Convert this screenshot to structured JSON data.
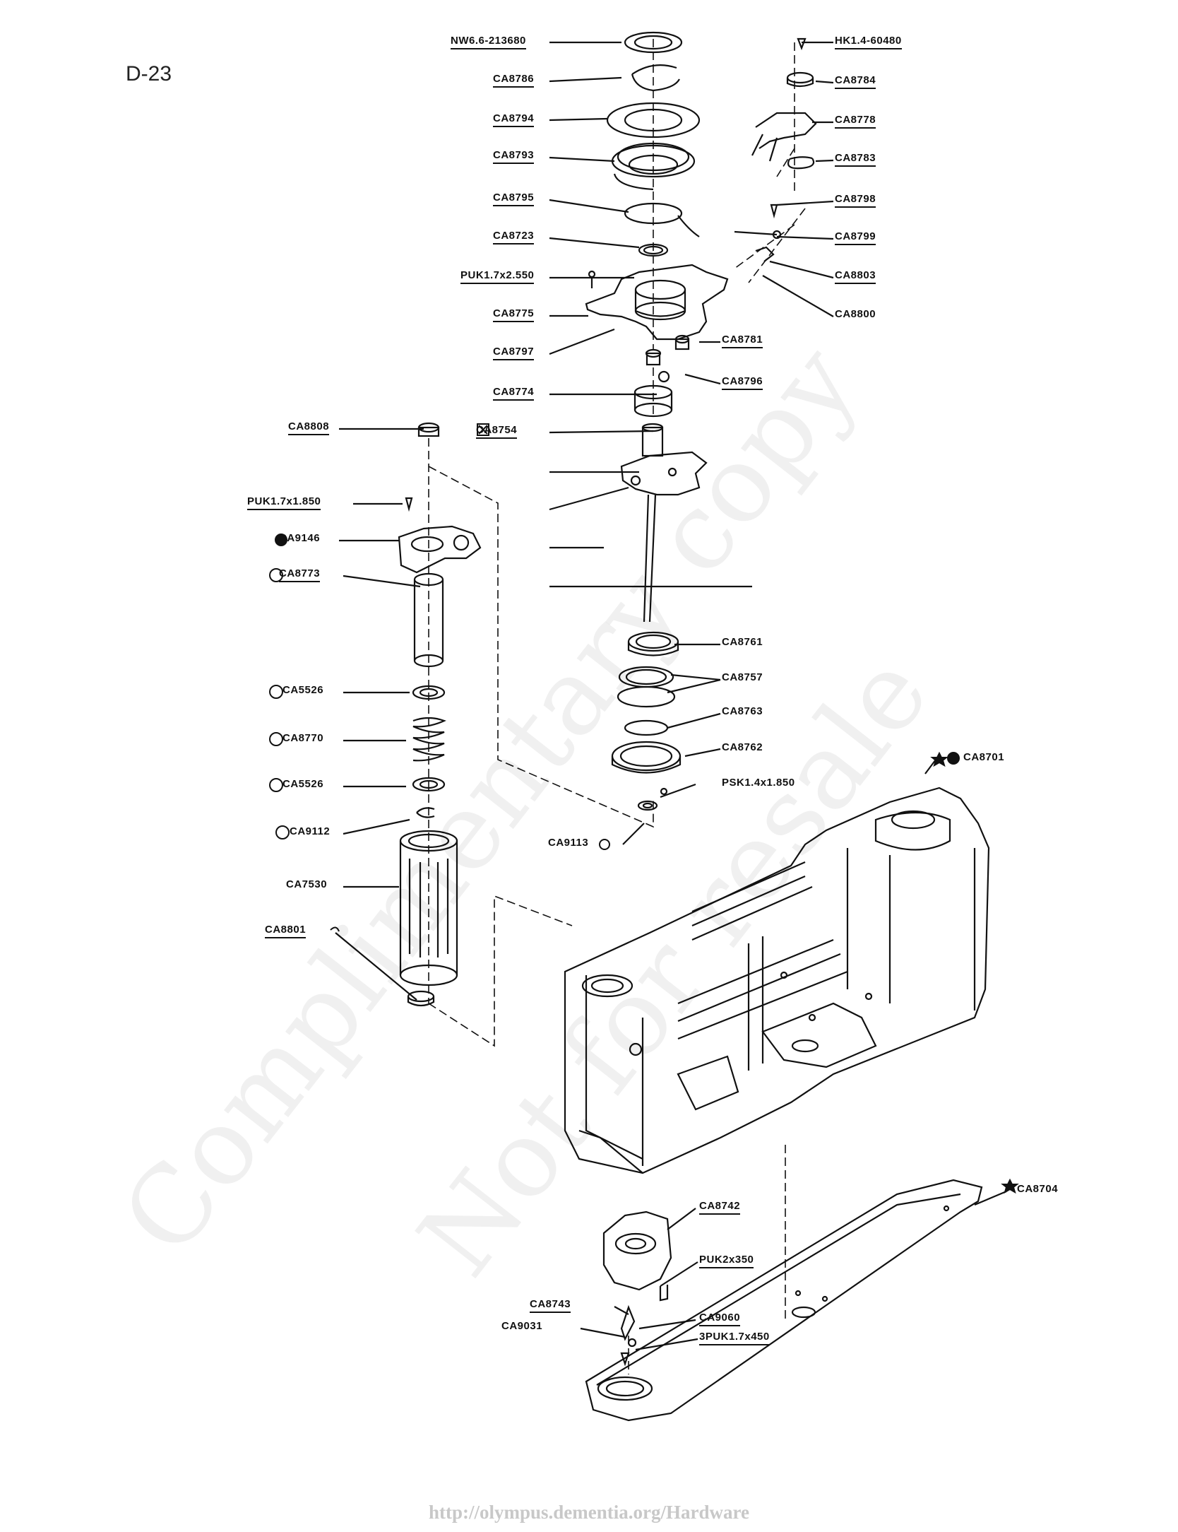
{
  "page_id": "D-23",
  "footer_url": "http://olympus.dementia.org/Hardware",
  "watermark": [
    "Complimentary copy",
    "Not for resale"
  ],
  "parts": [
    {
      "id": "p01",
      "label": "NW6.6-213680"
    },
    {
      "id": "p02",
      "label": "HK1.4-60480"
    },
    {
      "id": "p03",
      "label": "CA8786"
    },
    {
      "id": "p04",
      "label": "CA8784"
    },
    {
      "id": "p05",
      "label": "CA8794"
    },
    {
      "id": "p06",
      "label": "CA8778"
    },
    {
      "id": "p07",
      "label": "CA8793"
    },
    {
      "id": "p08",
      "label": "CA8783"
    },
    {
      "id": "p09",
      "label": "CA8795"
    },
    {
      "id": "p10",
      "label": "CA8798"
    },
    {
      "id": "p11",
      "label": "CA8723"
    },
    {
      "id": "p12",
      "label": "CA8799"
    },
    {
      "id": "p13",
      "label": "PUK1.7x2.550"
    },
    {
      "id": "p14",
      "label": "CA8803"
    },
    {
      "id": "p15",
      "label": "CA8775"
    },
    {
      "id": "p16",
      "label": "CA8800"
    },
    {
      "id": "p17",
      "label": "CA8781"
    },
    {
      "id": "p18",
      "label": "CA8797"
    },
    {
      "id": "p19",
      "label": "CA8796"
    },
    {
      "id": "p20",
      "label": "CA8774"
    },
    {
      "id": "p21",
      "label": "CA8754"
    },
    {
      "id": "p22",
      "label": "CA8808"
    },
    {
      "id": "p23",
      "label": "PUK1.7x1.850"
    },
    {
      "id": "p24",
      "label": "CA9146"
    },
    {
      "id": "p25",
      "label": "CA8773"
    },
    {
      "id": "p26",
      "label": "CA8761"
    },
    {
      "id": "p27",
      "label": "CA8757"
    },
    {
      "id": "p28",
      "label": "CA5526"
    },
    {
      "id": "p29",
      "label": "CA8763"
    },
    {
      "id": "p30",
      "label": "CA8770"
    },
    {
      "id": "p31",
      "label": "CA8762"
    },
    {
      "id": "p32",
      "label": "CA8701"
    },
    {
      "id": "p33",
      "label": "CA5526"
    },
    {
      "id": "p34",
      "label": "PSK1.4x1.850"
    },
    {
      "id": "p35",
      "label": "CA9112"
    },
    {
      "id": "p36",
      "label": "CA9113"
    },
    {
      "id": "p37",
      "label": "CA7530"
    },
    {
      "id": "p38",
      "label": "CA8801"
    },
    {
      "id": "p39",
      "label": "CA8742"
    },
    {
      "id": "p40",
      "label": "CA8704"
    },
    {
      "id": "p41",
      "label": "PUK2x350"
    },
    {
      "id": "p42",
      "label": "CA8743"
    },
    {
      "id": "p43",
      "label": "CA9060"
    },
    {
      "id": "p44",
      "label": "CA9031"
    },
    {
      "id": "p45",
      "label": "3PUK1.7x450"
    }
  ]
}
